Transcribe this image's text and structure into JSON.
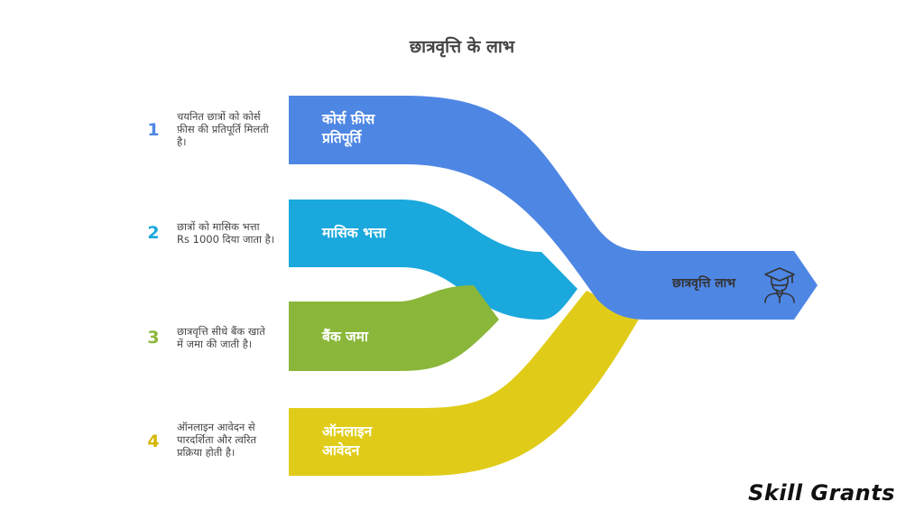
{
  "title": "छात्रवृत्ति के लाभ",
  "colors": {
    "blue": "#4e86e4",
    "cyan": "#1aa8dd",
    "green": "#8ab73a",
    "yellow": "#e0cc18",
    "text": "#444444"
  },
  "steps": [
    {
      "number": "1",
      "label_lines": [
        "कोर्स फ़ीस",
        "प्रतिपूर्ति"
      ],
      "desc_lines": [
        "चयनित छात्रों को कोर्स",
        "फ़ीस की प्रतिपूर्ति मिलती",
        "है।"
      ],
      "color": "#4e86e4"
    },
    {
      "number": "2",
      "label_lines": [
        "मासिक भत्ता"
      ],
      "desc_lines": [
        "छात्रों को मासिक भत्ता",
        "Rs 1000 दिया जाता है।"
      ],
      "color": "#1aa8dd"
    },
    {
      "number": "3",
      "label_lines": [
        "बैंक जमा"
      ],
      "desc_lines": [
        "छात्रवृत्ति सीधे बैंक खाते",
        "में जमा की जाती है।"
      ],
      "color": "#8ab73a"
    },
    {
      "number": "4",
      "label_lines": [
        "ऑनलाइन",
        "आवेदन"
      ],
      "desc_lines": [
        "ऑनलाइन आवेदन से",
        "पारदर्शिता और त्वरित",
        "प्रक्रिया होती है।"
      ],
      "color": "#e0cc18"
    }
  ],
  "merge_label": "छात्रवृत्ति लाभ",
  "merge_icon": "graduate-student-icon",
  "brand": "Skill Grants"
}
